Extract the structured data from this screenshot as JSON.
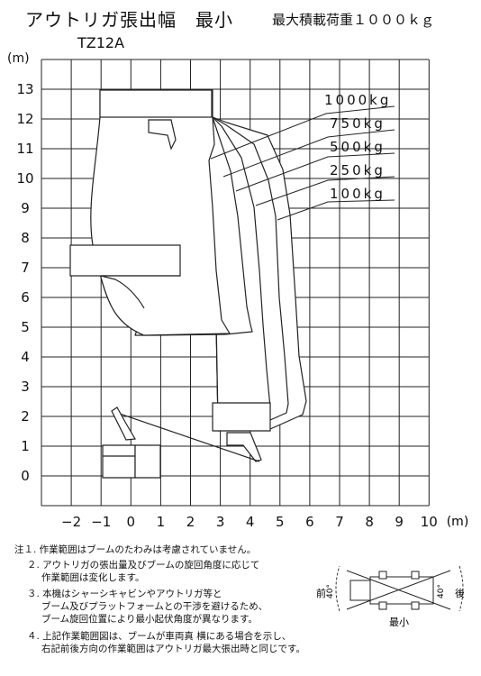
{
  "header": {
    "title": "アウトリガ張出幅　最小",
    "max_load": "最大積載荷重１０００ｋｇ",
    "model": "TZ12A",
    "y_unit": "(m)",
    "x_unit": "(m)"
  },
  "axes": {
    "x_ticks": [
      "−2",
      "−1",
      "0",
      "1",
      "2",
      "3",
      "4",
      "5",
      "6",
      "7",
      "8",
      "9",
      "10"
    ],
    "y_ticks": [
      "13",
      "12",
      "11",
      "10",
      "9",
      "8",
      "7",
      "6",
      "5",
      "4",
      "3",
      "2",
      "1",
      "0"
    ],
    "x_range": [
      -3,
      10
    ],
    "y_range": [
      -1,
      14
    ]
  },
  "load_labels": [
    "1000kg",
    "750kg",
    "500kg",
    "250kg",
    "100kg"
  ],
  "notes": [
    "注１. 作業範囲はブームのたわみは考慮されていません。",
    "２. アウトリガの張出量及びブームの旋回角度に応じて",
    "作業範囲は変化します。",
    "３. 本機はシャーシキャビンやアウトリガ等と",
    "ブーム及びプラットフォームとの干渉を避けるため、",
    "ブーム旋回位置により最小起伏角度が異なります。",
    "４. 上記作業範囲図は、ブームが車両真 横にある場合を示し、",
    "右記前後方向の作業範囲はアウトリガ最大張出時と同じです。"
  ],
  "inset": {
    "front": "前",
    "rear": "後",
    "angle": "40°",
    "label": "最小"
  }
}
